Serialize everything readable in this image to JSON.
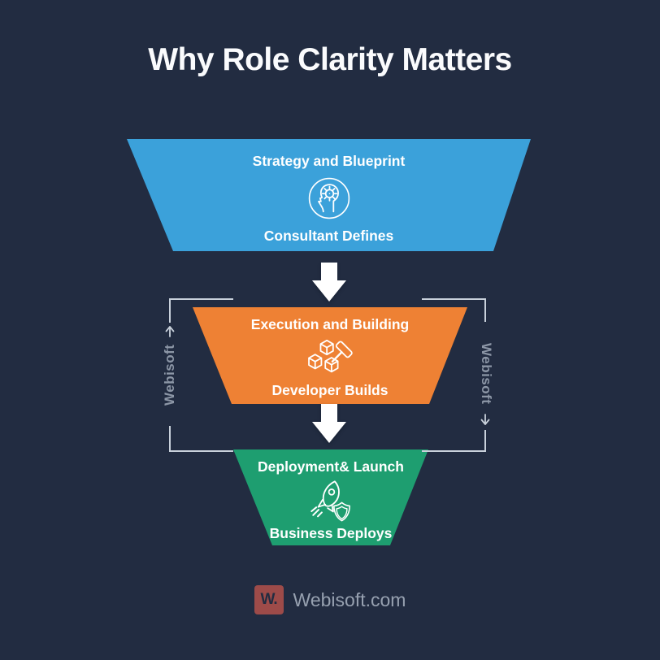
{
  "title": "Why Role Clarity Matters",
  "funnel": {
    "stages": [
      {
        "label": "Strategy and Blueprint",
        "sublabel": "Consultant Defines",
        "color": "#3ba1da",
        "icon": "head-gear-icon"
      },
      {
        "label": "Execution and Building",
        "sublabel": "Developer Builds",
        "color": "#ee8134",
        "icon": "cubes-hammer-icon"
      },
      {
        "label": "Deployment& Launch",
        "sublabel": "Business Deploys",
        "color": "#1e9e70",
        "icon": "rocket-shield-icon"
      }
    ]
  },
  "side_labels": {
    "left": "Webisoft",
    "right": "Webisoft"
  },
  "footer": {
    "brand": "Webisoft.com",
    "logo_mark": "W."
  },
  "colors": {
    "background": "#222c41",
    "stage_blue": "#3ba1da",
    "stage_orange": "#ee8134",
    "stage_green": "#1e9e70",
    "connector_line": "#c9d1db",
    "side_label_text": "#8c96a6",
    "title_text": "#fafbfd",
    "logo_red": "#9d4b49",
    "footer_text": "#97a1b0",
    "arrow_white": "#ffffff"
  }
}
